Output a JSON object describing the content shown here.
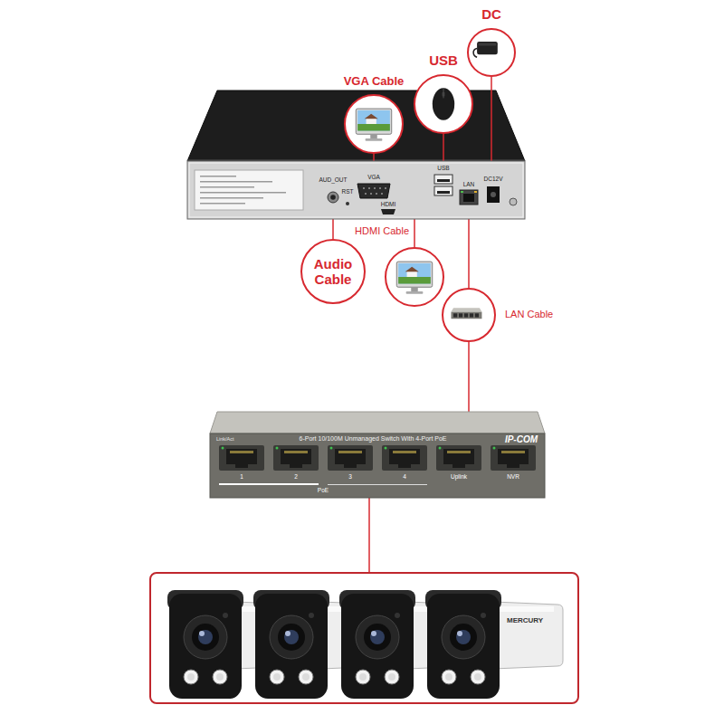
{
  "diagram": {
    "nodes": [
      {
        "text": [
          "DC"
        ]
      },
      {
        "text": [
          "USB"
        ]
      },
      {
        "text": [
          "VGA Cable"
        ]
      },
      {
        "text": [
          "AUD_OUT",
          "RST",
          "VGA",
          "HDMI",
          "USB",
          "LAN",
          "DC12V"
        ]
      },
      {
        "text": [
          "Audio Cable"
        ]
      },
      {
        "text": [
          "HDMI Cable"
        ]
      },
      {
        "text": [
          "LAN Cable"
        ]
      },
      {
        "text": [
          "Link/Act",
          "6-Port 10/100M Unmanaged Switch With 4-Port PoE",
          "IP-COM",
          "1",
          "2",
          "3",
          "4",
          "PoE",
          "Uplink",
          "NVR"
        ]
      },
      {
        "text": [
          "MERCURY"
        ]
      }
    ],
    "edges": [
      {
        "from": 0,
        "to": 3,
        "arrow": "none"
      },
      {
        "from": 1,
        "to": 3,
        "arrow": "none"
      },
      {
        "from": 2,
        "to": 3,
        "arrow": "none"
      },
      {
        "from": 3,
        "to": 4,
        "arrow": "none"
      },
      {
        "from": 3,
        "to": 5,
        "arrow": "none"
      },
      {
        "from": 3,
        "to": 6,
        "arrow": "none"
      },
      {
        "from": 6,
        "to": 7,
        "arrow": "none"
      },
      {
        "from": 7,
        "to": 8,
        "arrow": "none"
      }
    ]
  }
}
